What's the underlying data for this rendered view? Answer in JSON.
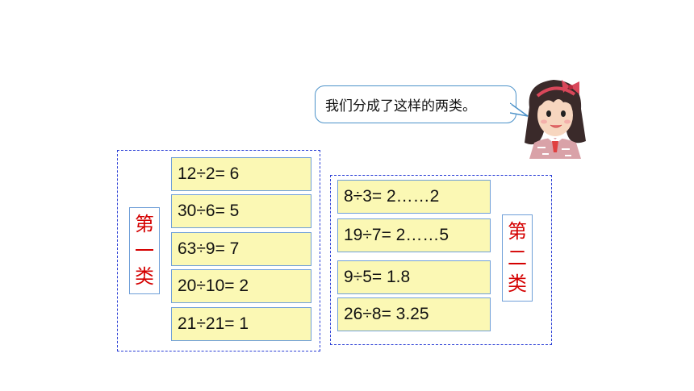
{
  "speech_bubble": {
    "text": "我们分成了这样的两类。"
  },
  "group_one": {
    "label_chars": [
      "第",
      "一",
      "类"
    ],
    "equations": [
      "12÷2= 6",
      "30÷6= 5",
      "63÷9= 7",
      "20÷10= 2",
      "21÷21= 1"
    ]
  },
  "group_two": {
    "label_chars": [
      "第",
      "二",
      "类"
    ],
    "equations": [
      "8÷3= 2……2",
      "19÷7= 2……5",
      "9÷5= 1.8",
      "26÷8= 3.25"
    ]
  },
  "colors": {
    "dashed_border": "#2b3fd6",
    "card_fill": "#fbf8b4",
    "card_border": "#6f9fd8",
    "label_text": "#d40000",
    "bubble_border": "#4c92c9"
  },
  "icons": {
    "character": "girl-illustration"
  }
}
